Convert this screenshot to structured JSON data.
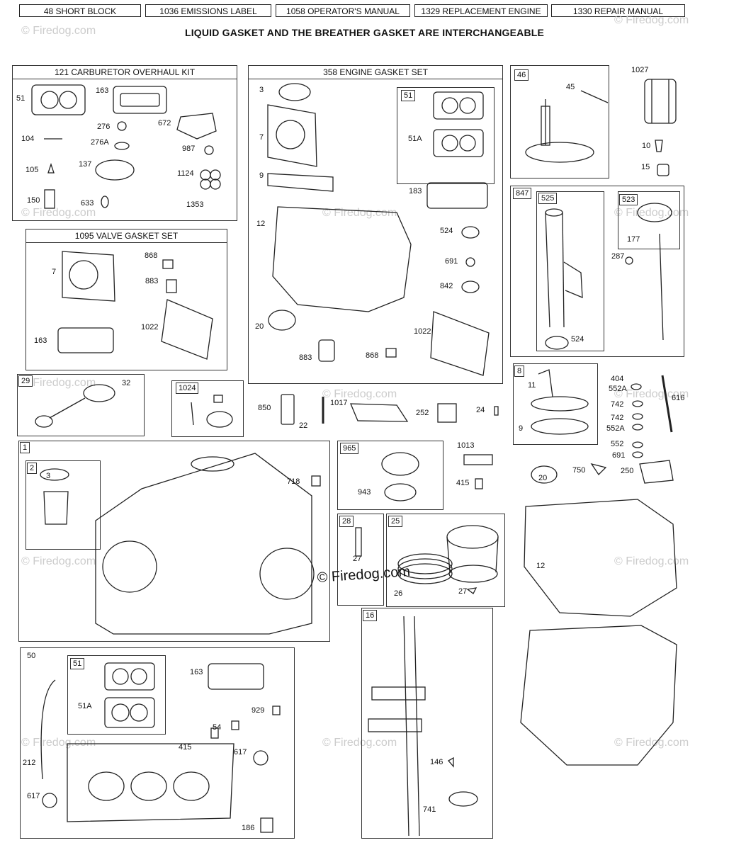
{
  "header_tabs": [
    "48 SHORT BLOCK",
    "1036 EMISSIONS LABEL",
    "1058 OPERATOR'S MANUAL",
    "1329 REPLACEMENT ENGINE",
    "1330 REPAIR MANUAL"
  ],
  "note": "LIQUID GASKET AND THE BREATHER GASKET ARE INTERCHANGEABLE",
  "kits": {
    "carburetor": "121 CARBURETOR OVERHAUL KIT",
    "engine_gasket": "358 ENGINE GASKET SET",
    "valve_gasket": "1095 VALVE GASKET SET"
  },
  "watermark": "© Firedog.com",
  "copyright": "© Firedog.com",
  "labels": [
    "51",
    "163",
    "276",
    "672",
    "104",
    "276A",
    "987",
    "105",
    "137",
    "1124",
    "150",
    "633",
    "1353",
    "7",
    "868",
    "883",
    "163",
    "1022",
    "3",
    "7",
    "9",
    "12",
    "51",
    "51A",
    "183",
    "524",
    "691",
    "842",
    "20",
    "1022",
    "883",
    "868",
    "46",
    "45",
    "1027",
    "10",
    "15",
    "847",
    "525",
    "523",
    "177",
    "287",
    "524",
    "29",
    "32",
    "1024",
    "850",
    "22",
    "1017",
    "252",
    "24",
    "8",
    "11",
    "9",
    "404",
    "552A",
    "742",
    "742",
    "552A",
    "552",
    "691",
    "616",
    "1",
    "2",
    "3",
    "718",
    "965",
    "943",
    "1013",
    "415",
    "20",
    "750",
    "250",
    "12",
    "28",
    "27",
    "25",
    "26",
    "27",
    "50",
    "51",
    "51A",
    "163",
    "929",
    "54",
    "415",
    "617",
    "212",
    "617",
    "186",
    "16",
    "146",
    "741"
  ]
}
